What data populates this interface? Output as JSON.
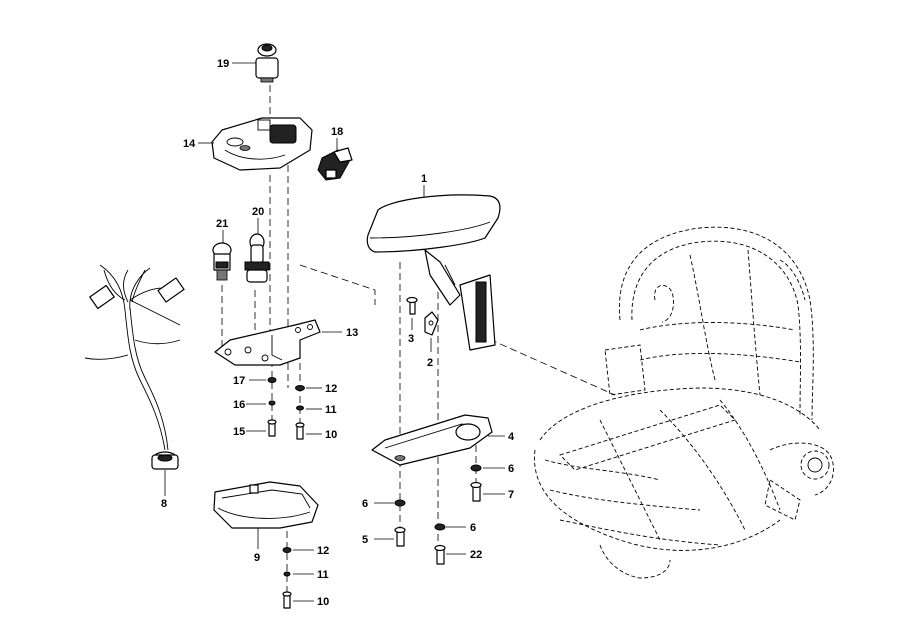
{
  "diagram": {
    "callouts": {
      "c1": "1",
      "c2": "2",
      "c3": "3",
      "c4": "4",
      "c5": "5",
      "c6a": "6",
      "c6b": "6",
      "c6c": "6",
      "c7": "7",
      "c8": "8",
      "c9": "9",
      "c10a": "10",
      "c10b": "10",
      "c11a": "11",
      "c11b": "11",
      "c12a": "12",
      "c12b": "12",
      "c13": "13",
      "c14": "14",
      "c15": "15",
      "c16": "16",
      "c17": "17",
      "c18": "18",
      "c19": "19",
      "c20": "20",
      "c21": "21",
      "c22": "22"
    }
  }
}
